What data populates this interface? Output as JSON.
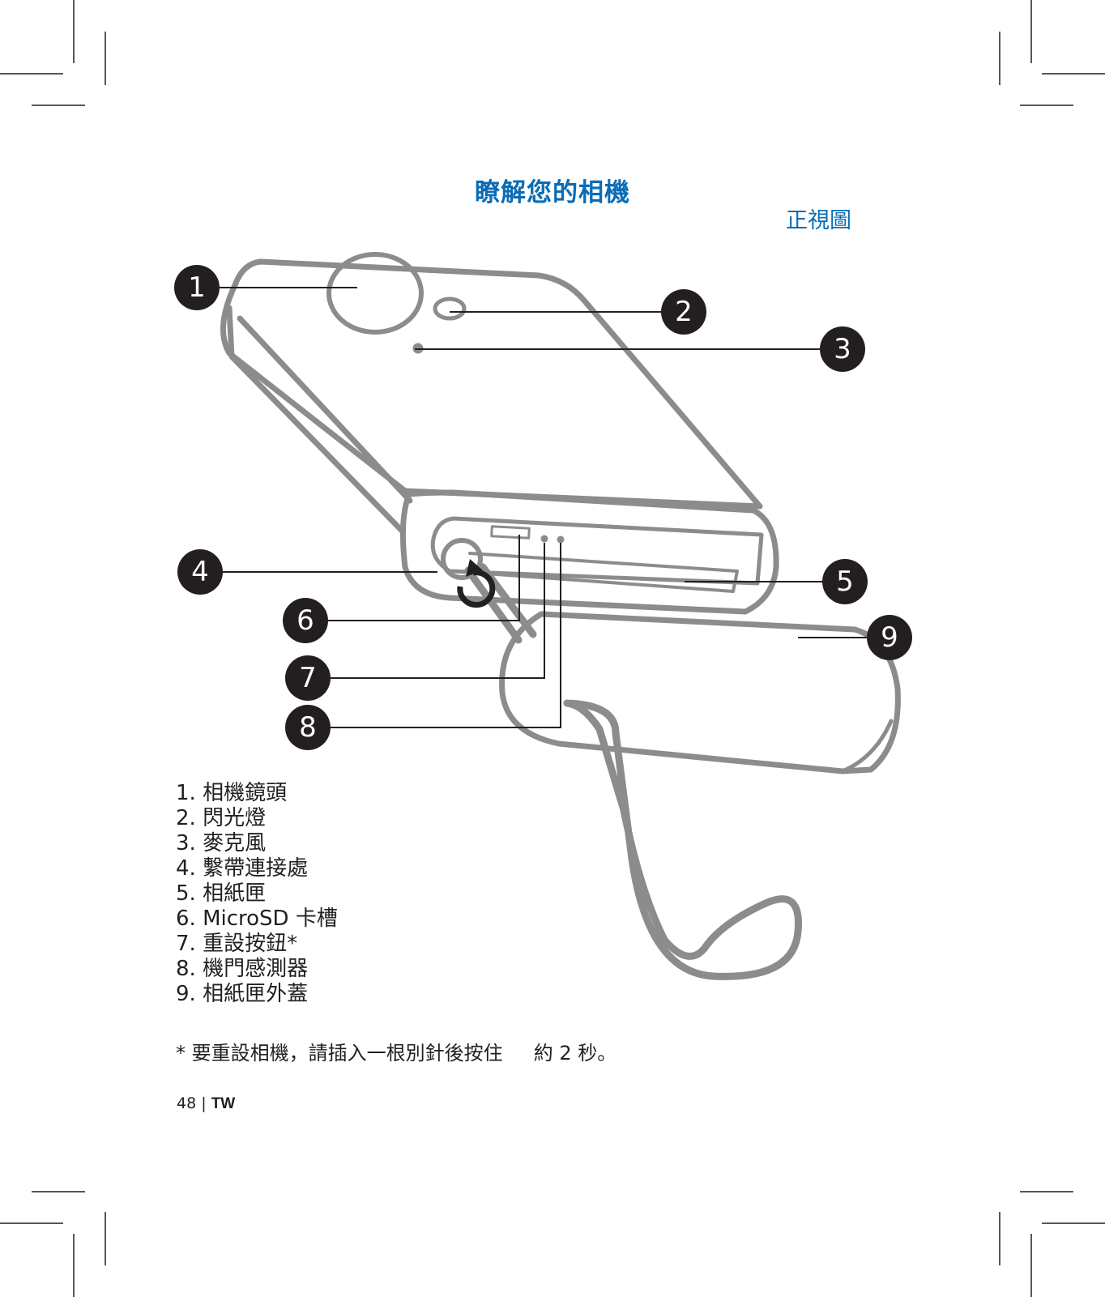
{
  "page": {
    "title": "瞭解您的相機",
    "subtitle": "正視圖"
  },
  "callouts": [
    "1",
    "2",
    "3",
    "4",
    "5",
    "6",
    "7",
    "8",
    "9"
  ],
  "legend": [
    "1. 相機鏡頭",
    "2. 閃光燈",
    "3. 麥克風",
    "4. 繫帶連接處",
    "5. 相紙匣",
    "6. MicroSD 卡槽",
    "7. 重設按鈕*",
    "8. 機門感測器",
    "9. 相紙匣外蓋"
  ],
  "note": "* 要重設相機，請插入一根別針後按住     約 2 秒。",
  "footer": {
    "page_number": "48",
    "separator": "|",
    "language": "TW"
  },
  "colors": {
    "accent": "#0a6cb6",
    "outline": "#8a8c8e",
    "callout_fill": "#231f20"
  }
}
